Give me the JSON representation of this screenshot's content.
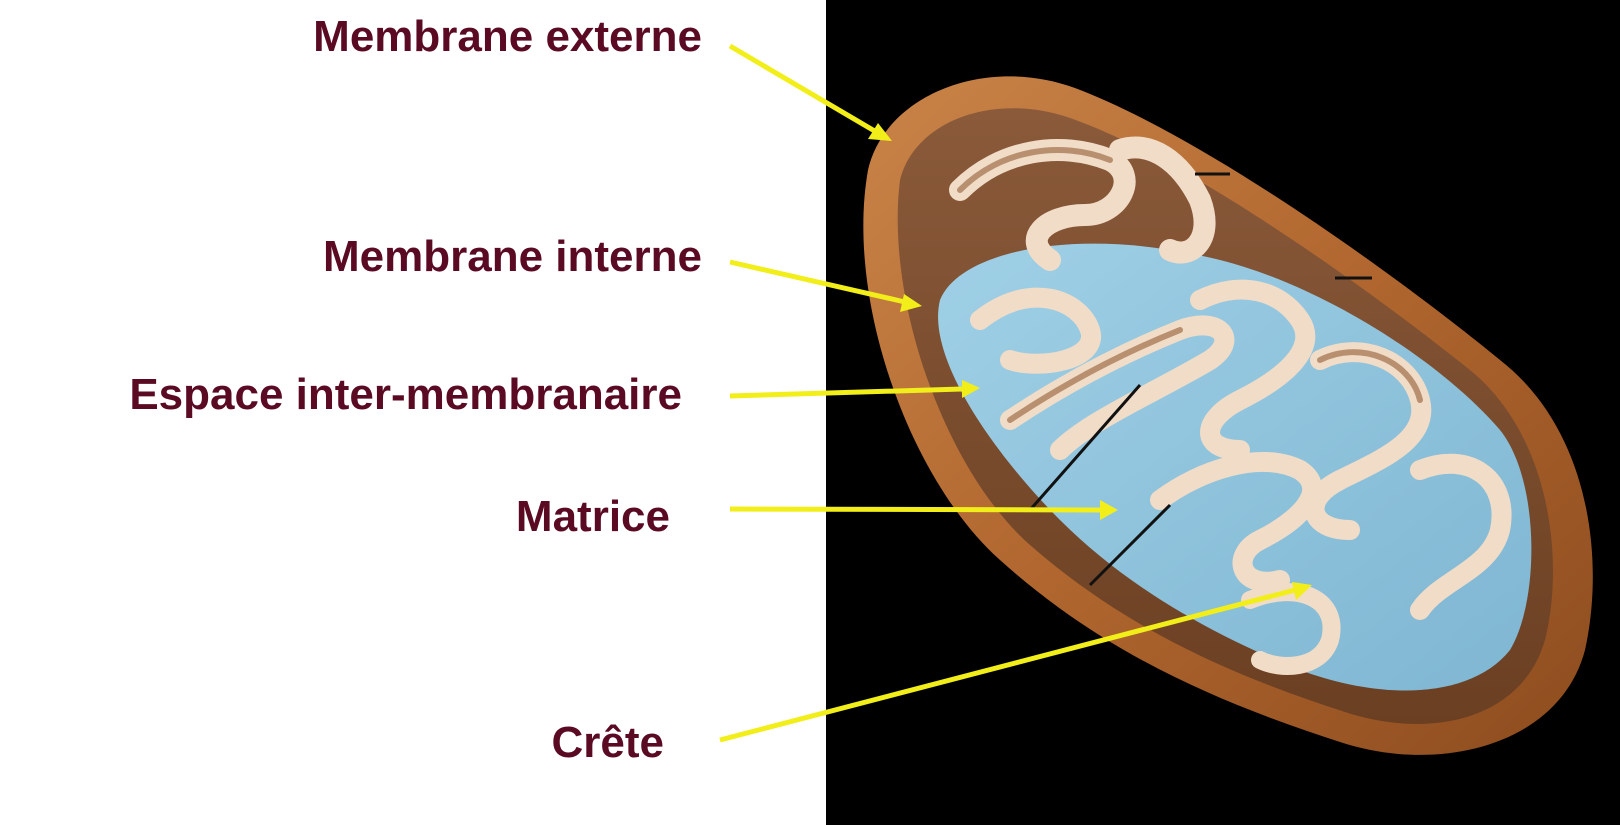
{
  "colors": {
    "label_text": "#5a0a22",
    "arrow": "#f2ee1a",
    "background": "#ffffff",
    "panel": "#000000",
    "outer_membrane": "#b0662e",
    "inner_membrane": "#e7c9ae",
    "matrix": "#8ec3dc"
  },
  "labels": {
    "outer_membrane": "Membrane externe",
    "inner_membrane": "Membrane interne",
    "intermembrane_space": "Espace inter-membranaire",
    "matrix": "Matrice",
    "crista": "Crête"
  }
}
